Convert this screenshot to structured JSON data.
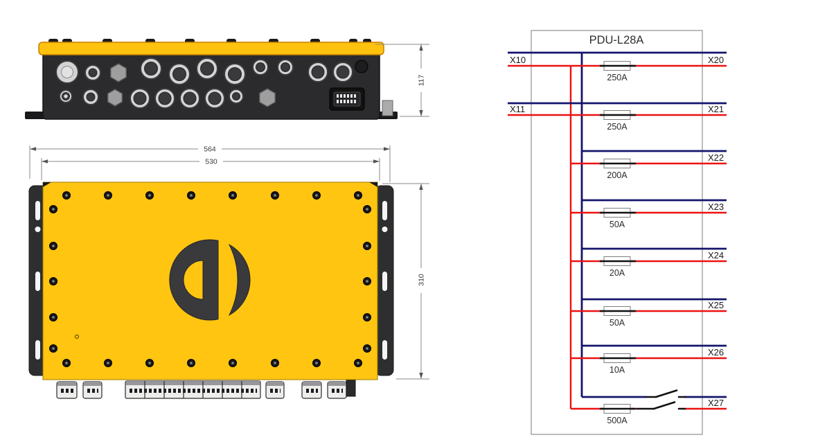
{
  "colors": {
    "wire_positive_red": "#EE1111",
    "wire_negative_blue": "#14146B",
    "device_yellow": "#FFC511",
    "device_dark": "#2B2B2D"
  },
  "drawings": {
    "side_view": {
      "height_dim": "117"
    },
    "top_view": {
      "outer_width_dim": "564",
      "inner_width_dim": "530",
      "depth_dim": "310"
    }
  },
  "diagram": {
    "title": "PDU-L28A",
    "rows": [
      {
        "left_label": "X10",
        "right_label": "X20",
        "fuse_rating": "250A"
      },
      {
        "left_label": "X11",
        "right_label": "X21",
        "fuse_rating": "250A"
      },
      {
        "right_label": "X22",
        "fuse_rating": "200A"
      },
      {
        "right_label": "X23",
        "fuse_rating": "50A"
      },
      {
        "right_label": "X24",
        "fuse_rating": "20A"
      },
      {
        "right_label": "X25",
        "fuse_rating": "50A"
      },
      {
        "right_label": "X26",
        "fuse_rating": "10A"
      },
      {
        "right_label": "X27",
        "fuse_rating": "500A",
        "has_switch": true
      }
    ]
  }
}
